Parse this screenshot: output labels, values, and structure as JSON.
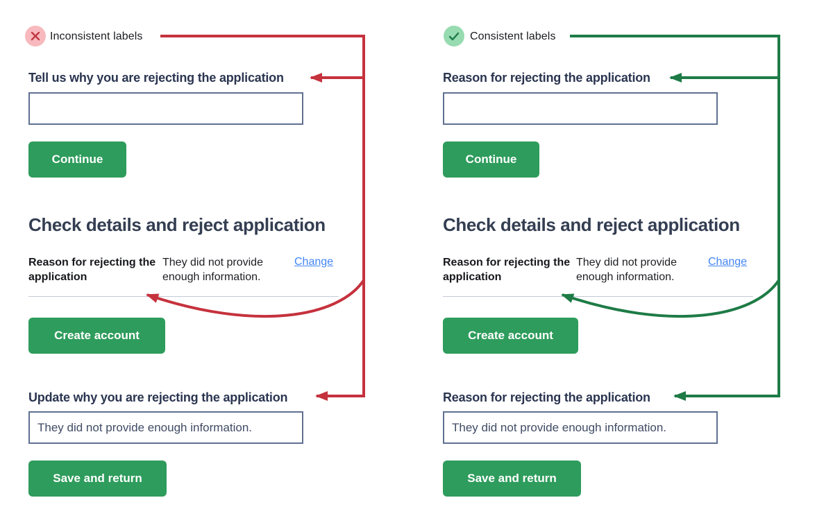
{
  "colors": {
    "red_arrow": "#c5323d",
    "green_arrow": "#1e7b46",
    "error_circle": "#f7b9bd",
    "error_glyph": "#bf3a42",
    "success_circle": "#97dbb0",
    "success_glyph": "#1f7a4b",
    "button_green": "#2e9c5c",
    "link_blue": "#4285f4"
  },
  "panels": [
    {
      "badge": {
        "label": "Inconsistent labels",
        "icon": "error-cross"
      },
      "form1": {
        "heading": "Tell us why you are rejecting the application",
        "input_value": "",
        "button": "Continue"
      },
      "check": {
        "heading": "Check details and reject application",
        "summary": {
          "key": "Reason for rejecting the application",
          "value": "They did not provide enough information.",
          "action": "Change"
        },
        "button": "Create account"
      },
      "form2": {
        "heading": "Update why you are rejecting the application",
        "input_value": "They did not provide enough information.",
        "button": "Save and return"
      }
    },
    {
      "badge": {
        "label": "Consistent labels",
        "icon": "success-check"
      },
      "form1": {
        "heading": "Reason for rejecting the application",
        "input_value": "",
        "button": "Continue"
      },
      "check": {
        "heading": "Check details and reject application",
        "summary": {
          "key": "Reason for rejecting the application",
          "value": "They did not provide enough information.",
          "action": "Change"
        },
        "button": "Create account"
      },
      "form2": {
        "heading": "Reason for rejecting the application",
        "input_value": "They did not provide enough information.",
        "button": "Save and return"
      }
    }
  ]
}
